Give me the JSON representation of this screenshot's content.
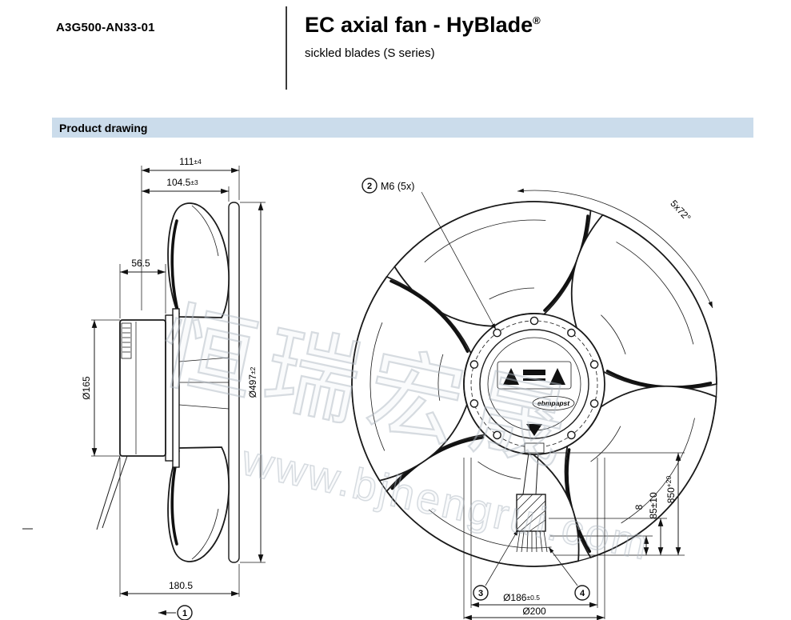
{
  "header": {
    "part_number": "A3G500-AN33-01",
    "title": "EC axial fan - HyBlade",
    "registered": "®",
    "subtitle": "sickled blades (S series)"
  },
  "section": {
    "title": "Product drawing"
  },
  "drawing": {
    "side_view": {
      "dim_impeller_depth": {
        "value": "111",
        "tol": "±4"
      },
      "dim_guard_depth": {
        "value": "104.5",
        "tol": "±3"
      },
      "dim_motor_depth": "56.5",
      "dim_motor_diameter": "Ø165",
      "dim_fan_diameter": {
        "value": "Ø497",
        "tol": "±2"
      },
      "dim_overall_depth": "180.5",
      "callout_airflow": "1"
    },
    "front_view": {
      "callout_mounting": "2",
      "mounting_screws": "M6 (5x)",
      "blade_pitch": "5x72°",
      "dim_cable_length": {
        "value": "850",
        "tol": "+20"
      },
      "dim_strip_length": "85±10",
      "dim_contact_length": "8",
      "callout_connector": "3",
      "callout_leads": "4",
      "dim_pitch_circle": {
        "value": "Ø186",
        "tol": "±0.5"
      },
      "dim_hub_diameter": "Ø200",
      "hub_brand": "ebmpapst"
    },
    "watermark": {
      "cjk": "恒瑞宏晟",
      "url": "www.bjhengrui.com"
    }
  }
}
